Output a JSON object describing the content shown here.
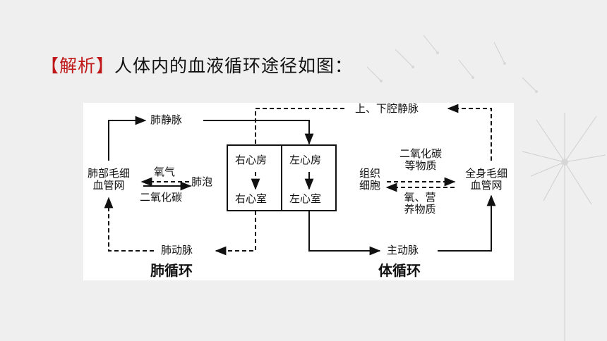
{
  "title": {
    "tag": "【解析】",
    "text": "人体内的血液循环途径如图："
  },
  "diagram": {
    "pulmonary_vein": "肺静脉",
    "venae_cavae": "上、下腔静脉",
    "right_atrium": "右心房",
    "left_atrium": "左心房",
    "right_ventricle": "右心室",
    "left_ventricle": "左心室",
    "lung_capillaries": [
      "肺部毛细",
      "血管网"
    ],
    "alveoli": "肺泡",
    "oxygen": "氧气",
    "co2": "二氧化碳",
    "tissue_cells": [
      "组织",
      "细胞"
    ],
    "co2_etc": [
      "二氧化碳",
      "等物质"
    ],
    "oxygen_nutrients": [
      "氧、营",
      "养物质"
    ],
    "body_capillaries": [
      "全身毛细",
      "血管网"
    ],
    "pulmonary_artery": "肺动脉",
    "aorta": "主动脉",
    "pulmonary_circulation": "肺循环",
    "systemic_circulation": "体循环"
  },
  "colors": {
    "accent": "#c01818",
    "line": "#111111"
  }
}
